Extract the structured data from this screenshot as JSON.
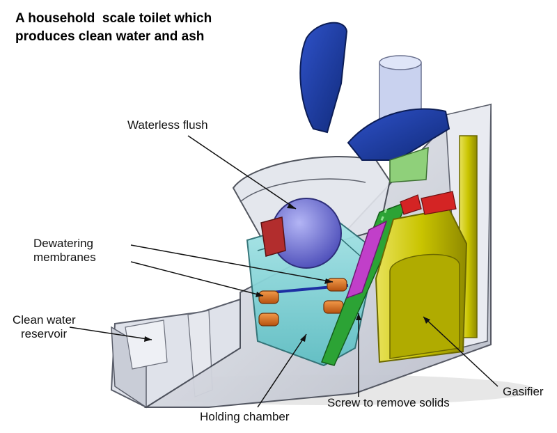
{
  "title": {
    "line1": "A household  scale toilet which",
    "line2": "produces clean water and ash"
  },
  "labels": {
    "waterless_flush": "Waterless flush",
    "dewatering_line1": "Dewatering",
    "dewatering_line2": "membranes",
    "clean_water_line1": "Clean water",
    "clean_water_line2": "reservoir",
    "holding_chamber": "Holding chamber",
    "screw": "Screw to remove solids",
    "gasifier": "Gasifier"
  },
  "colors": {
    "lid_blue": "#1b3a9c",
    "gasifier_yellow": "#c9c400",
    "holding_cyan": "#7fd3d6",
    "screw_green": "#33c23a",
    "membrane_orange": "#d46a1e",
    "flush_purple": "#6e6fd6",
    "housing_gray": "#c8ccd6"
  }
}
